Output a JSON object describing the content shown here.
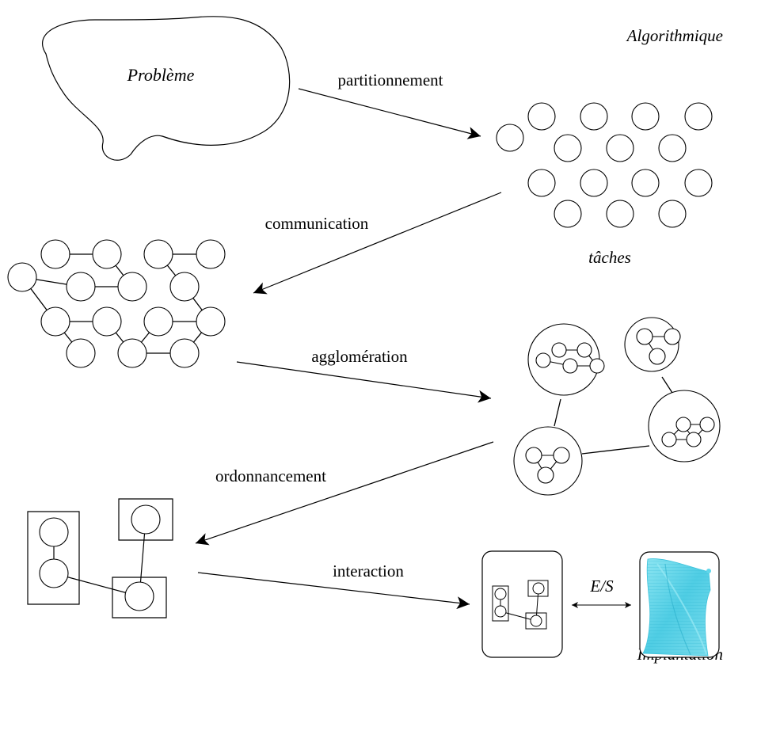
{
  "labels": {
    "algorithmique": "Algorithmique",
    "implantation": "Implantation",
    "probleme": "Problème",
    "taches": "tâches",
    "es": "E/S"
  },
  "steps": {
    "partitionnement": "partitionnement",
    "communication": "communication",
    "agglomeration": "agglomération",
    "ordonnancement": "ordonnancement",
    "interaction": "interaction"
  },
  "colors": {
    "stroke": "#000000",
    "background": "#ffffff",
    "cloth": "#5fd6ea"
  }
}
